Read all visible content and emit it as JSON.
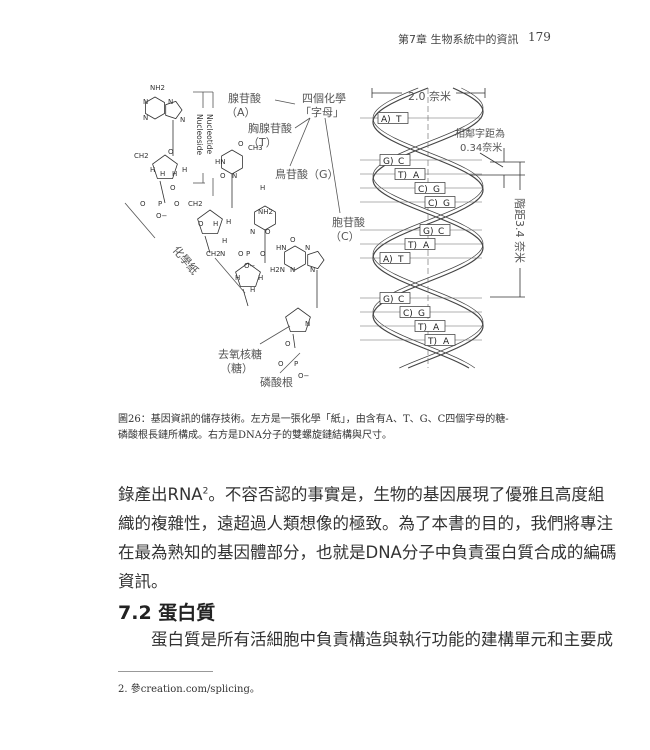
{
  "header": {
    "chapter": "第7章 生物系統中的資訊",
    "page_number": "179"
  },
  "figure": {
    "left_labels": {
      "adenylate": "腺苷酸",
      "adenylate_letter": "（A）",
      "four_letters_1": "四個化學",
      "four_letters_2": "「字母」",
      "thymidylate": "胸腺苷酸",
      "thymidylate_letter": "（T）",
      "guanylate": "鳥苷酸（G）",
      "cytidylate": "胞苷酸",
      "cytidylate_letter": "（C）",
      "chemical_paper": "化學紙",
      "deoxyribose": "去氧核糖",
      "sugar": "（糖）",
      "phosphate": "磷酸根",
      "nucleoside": "Nucleoside",
      "nucleotide": "Nucleotide"
    },
    "atoms": [
      "NH2",
      "N",
      "N",
      "N",
      "N",
      "CH2",
      "O",
      "H",
      "H",
      "H",
      "H",
      "O",
      "O",
      "P",
      "O",
      "O−",
      "CH2",
      "CH3",
      "HN",
      "O",
      "N",
      "O",
      "O",
      "H",
      "H",
      "H",
      "H",
      "NH2",
      "N",
      "O",
      "N",
      "O",
      "P",
      "O",
      "O−",
      "CH2",
      "HN",
      "H2N",
      "N",
      "N",
      "N",
      "O",
      "H",
      "H",
      "H",
      "N",
      "O",
      "O",
      "P",
      "O−"
    ],
    "helix": {
      "width_label": "2.0 奈米",
      "spacing_label_1": "相鄰字距為",
      "spacing_label_2": "0.34奈米",
      "pitch_label": "階距3.4 奈米",
      "base_pairs": [
        [
          "A",
          "T"
        ],
        [
          "G",
          "C"
        ],
        [
          "T",
          "A"
        ],
        [
          "C",
          "G"
        ],
        [
          "C",
          "G"
        ],
        [
          "G",
          "C"
        ],
        [
          "T",
          "A"
        ],
        [
          "A",
          "T"
        ],
        [
          "G",
          "C"
        ],
        [
          "C",
          "G"
        ],
        [
          "T",
          "A"
        ],
        [
          "T",
          "A"
        ]
      ]
    },
    "caption_line1": "圖26：基因資訊的儲存技術。左方是一張化學「紙」，由含有A、T、G、C四個字母的糖-",
    "caption_line2": "磷酸根長鏈所構成。右方是DNA分子的雙螺旋鏈結構與尺寸。"
  },
  "body": {
    "line1_pre": "錄產出RNA",
    "footnote_ref": "2",
    "line1_post": "。不容否認的事實是，生物的基因展現了優雅且高度組",
    "line2": "織的複雜性，遠超過人類想像的極致。為了本書的目的，我們將專注",
    "line3": "在最為熟知的基因體部分，也就是DNA分子中負責蛋白質合成的編碼",
    "line4": "資訊。"
  },
  "section": {
    "heading": "7.2 蛋白質",
    "line1": "蛋白質是所有活細胞中負責構造與執行功能的建構單元和主要成"
  },
  "footnote": {
    "text": "2. 參creation.com/splicing。"
  }
}
